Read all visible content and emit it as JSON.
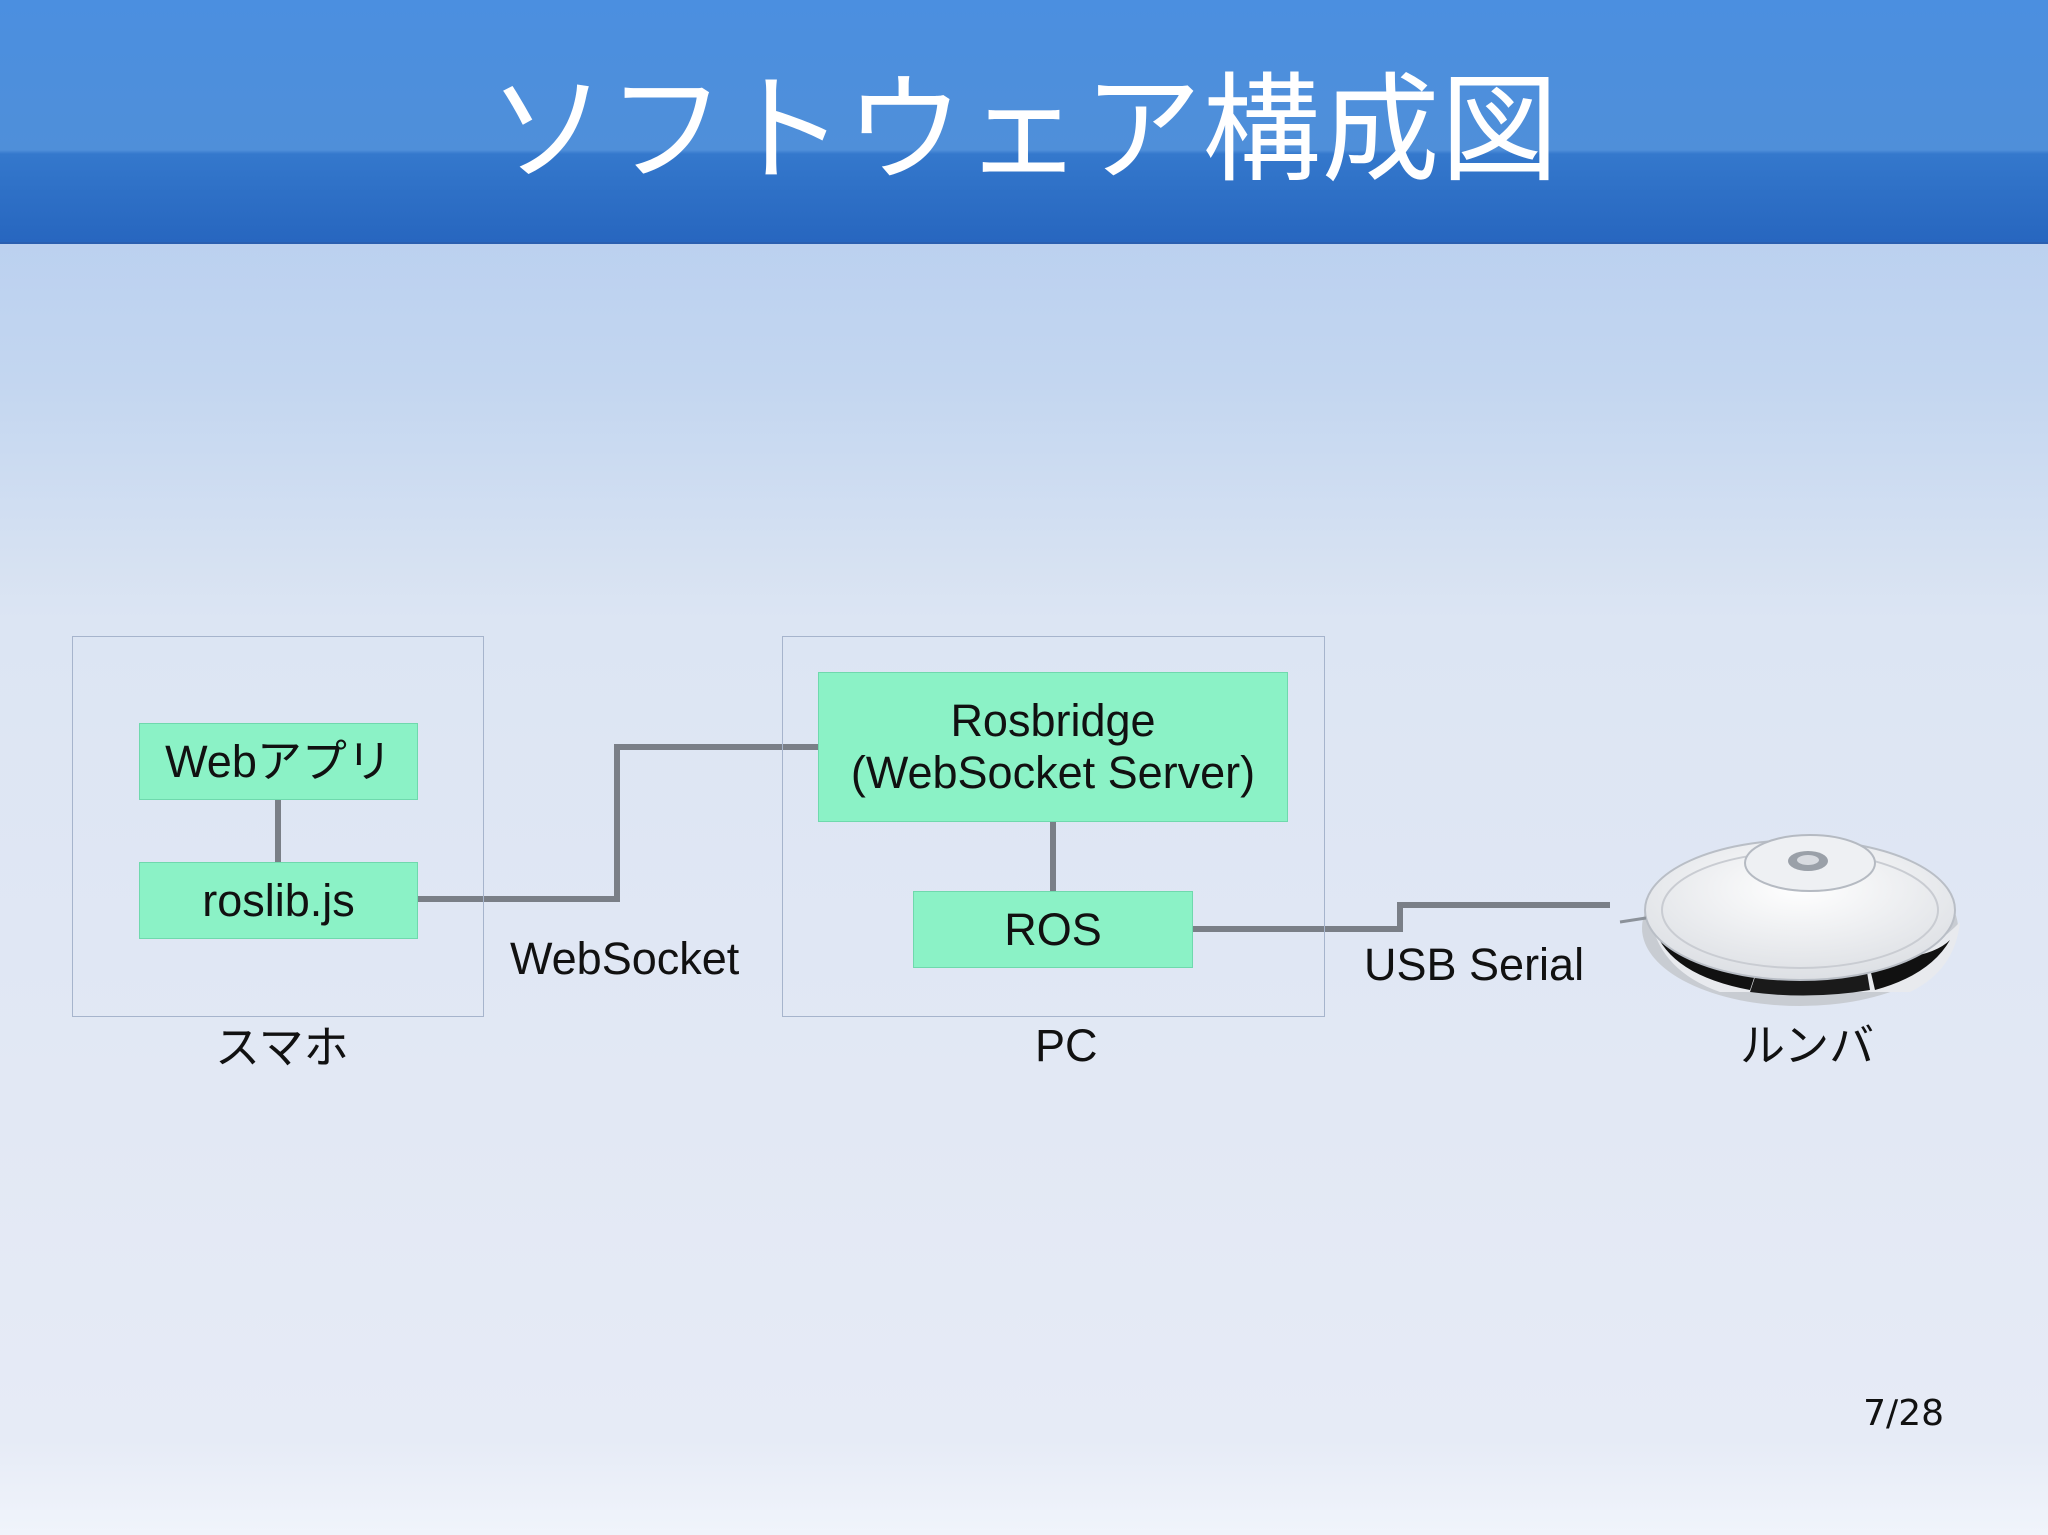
{
  "title": "ソフトウェア構成図",
  "groups": {
    "smartphone": {
      "label": "スマホ"
    },
    "pc": {
      "label": "PC"
    },
    "robot": {
      "label": "ルンバ"
    }
  },
  "nodes": {
    "webapp": "Webアプリ",
    "roslib": "roslib.js",
    "rosbridge_line1": "Rosbridge",
    "rosbridge_line2": "(WebSocket Server)",
    "ros": "ROS"
  },
  "links": {
    "websocket": "WebSocket",
    "usb_serial": "USB Serial"
  },
  "colors": {
    "node_fill": "#8bf2c6",
    "connector": "#7a7f87",
    "header": "#3a7fd5"
  },
  "page_number": "7/28"
}
